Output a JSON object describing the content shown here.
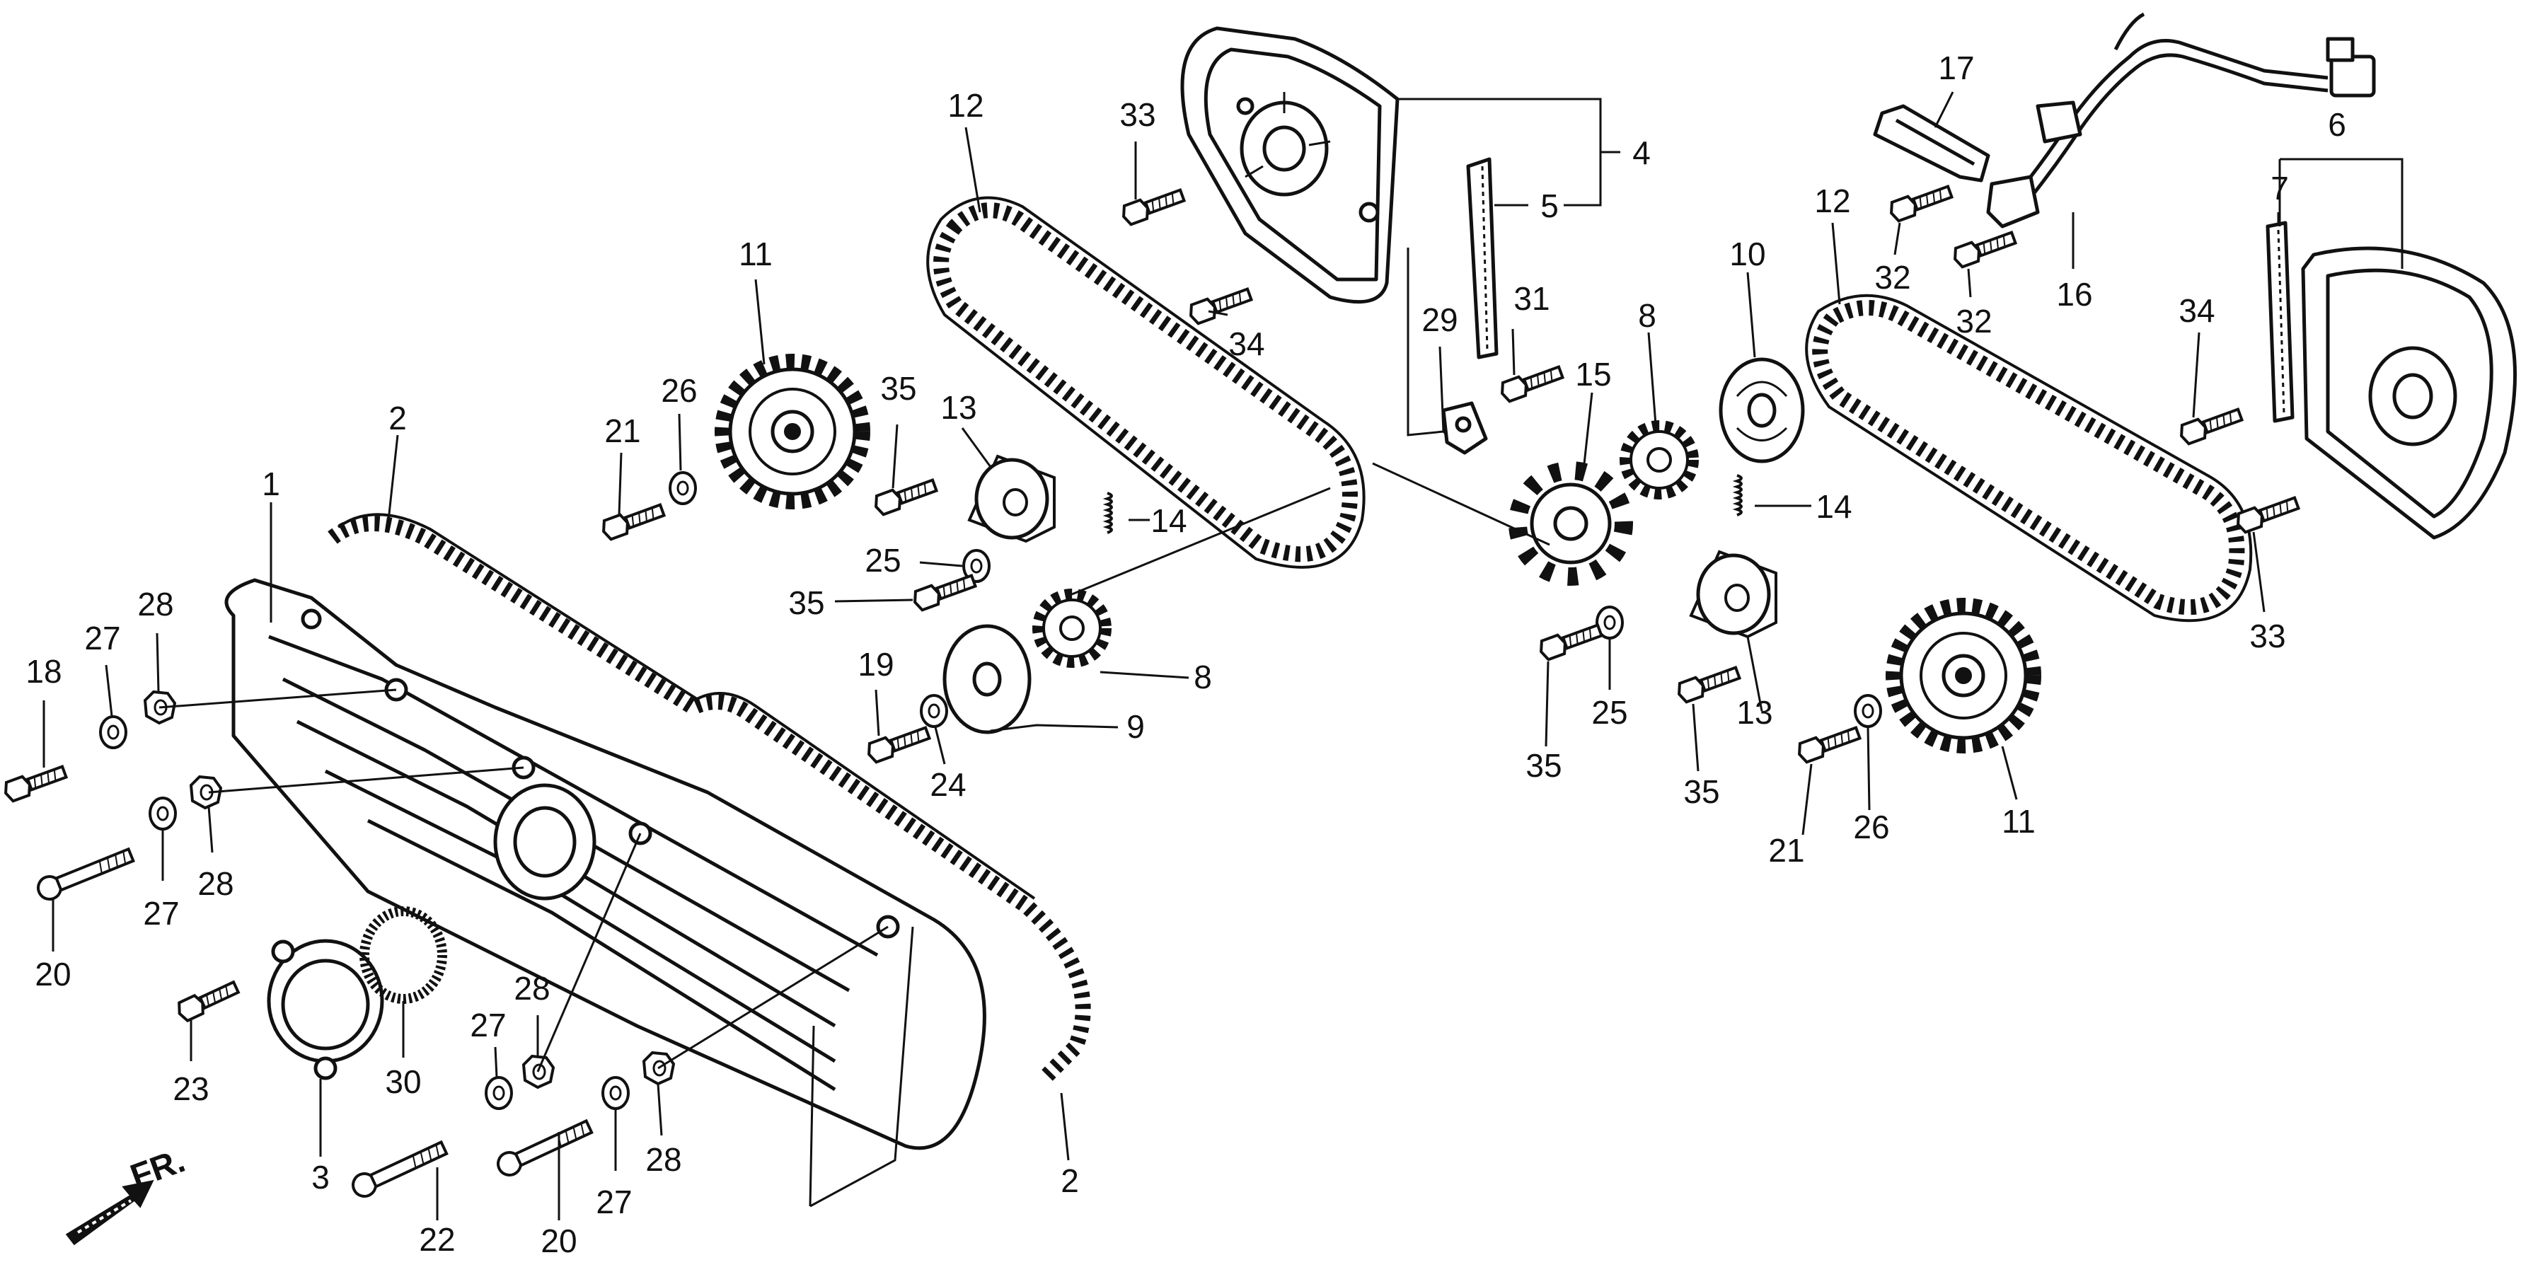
{
  "diagram": {
    "front_marker": "FR.",
    "callouts": [
      {
        "id": "c1",
        "text": "1"
      },
      {
        "id": "c2a",
        "text": "2"
      },
      {
        "id": "c2b",
        "text": "2"
      },
      {
        "id": "c3",
        "text": "3"
      },
      {
        "id": "c4",
        "text": "4"
      },
      {
        "id": "c5",
        "text": "5"
      },
      {
        "id": "c6",
        "text": "6"
      },
      {
        "id": "c7",
        "text": "7"
      },
      {
        "id": "c8a",
        "text": "8"
      },
      {
        "id": "c8b",
        "text": "8"
      },
      {
        "id": "c9",
        "text": "9"
      },
      {
        "id": "c10",
        "text": "10"
      },
      {
        "id": "c11a",
        "text": "11"
      },
      {
        "id": "c11b",
        "text": "11"
      },
      {
        "id": "c12a",
        "text": "12"
      },
      {
        "id": "c12b",
        "text": "12"
      },
      {
        "id": "c13a",
        "text": "13"
      },
      {
        "id": "c13b",
        "text": "13"
      },
      {
        "id": "c14a",
        "text": "14"
      },
      {
        "id": "c14b",
        "text": "14"
      },
      {
        "id": "c15",
        "text": "15"
      },
      {
        "id": "c16",
        "text": "16"
      },
      {
        "id": "c17",
        "text": "17"
      },
      {
        "id": "c18",
        "text": "18"
      },
      {
        "id": "c19",
        "text": "19"
      },
      {
        "id": "c20a",
        "text": "20"
      },
      {
        "id": "c20b",
        "text": "20"
      },
      {
        "id": "c21a",
        "text": "21"
      },
      {
        "id": "c21b",
        "text": "21"
      },
      {
        "id": "c22",
        "text": "22"
      },
      {
        "id": "c23",
        "text": "23"
      },
      {
        "id": "c24",
        "text": "24"
      },
      {
        "id": "c25a",
        "text": "25"
      },
      {
        "id": "c25b",
        "text": "25"
      },
      {
        "id": "c26a",
        "text": "26"
      },
      {
        "id": "c26b",
        "text": "26"
      },
      {
        "id": "c27a",
        "text": "27"
      },
      {
        "id": "c27b",
        "text": "27"
      },
      {
        "id": "c27c",
        "text": "27"
      },
      {
        "id": "c27d",
        "text": "27"
      },
      {
        "id": "c28a",
        "text": "28"
      },
      {
        "id": "c28b",
        "text": "28"
      },
      {
        "id": "c28c",
        "text": "28"
      },
      {
        "id": "c28d",
        "text": "28"
      },
      {
        "id": "c29",
        "text": "29"
      },
      {
        "id": "c30",
        "text": "30"
      },
      {
        "id": "c31",
        "text": "31"
      },
      {
        "id": "c32a",
        "text": "32"
      },
      {
        "id": "c32b",
        "text": "32"
      },
      {
        "id": "c33a",
        "text": "33"
      },
      {
        "id": "c33b",
        "text": "33"
      },
      {
        "id": "c34a",
        "text": "34"
      },
      {
        "id": "c34b",
        "text": "34"
      },
      {
        "id": "c35a",
        "text": "35"
      },
      {
        "id": "c35b",
        "text": "35"
      },
      {
        "id": "c35c",
        "text": "35"
      },
      {
        "id": "c35d",
        "text": "35"
      }
    ]
  }
}
